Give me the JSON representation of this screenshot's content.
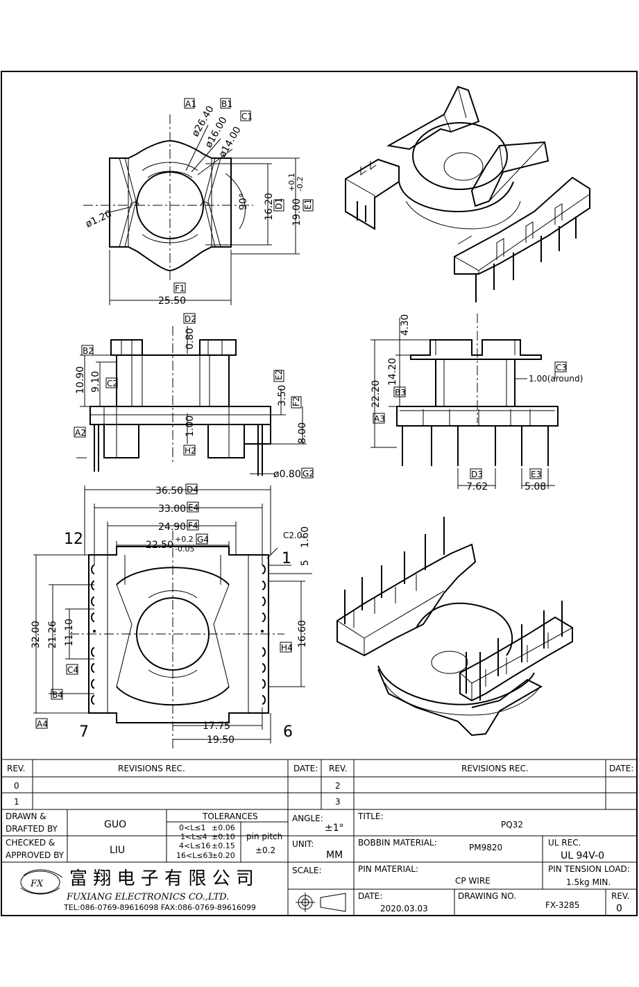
{
  "views": {
    "top": {
      "dims": {
        "a1": "A1",
        "a1_val": "ø26.40",
        "b1": "B1",
        "b1_val": "ø16.00",
        "c1": "C1",
        "c1_val": "ø14.00",
        "d1": "D1",
        "d1_val": "16.20",
        "e1": "E1",
        "e1_val": "19.00",
        "e1_tol_up": "+0.1",
        "e1_tol_dn": "-0.2",
        "f1": "F1",
        "f1_val": "25.50",
        "angle": "90°",
        "hole": "ø1.20"
      }
    },
    "front": {
      "dims": {
        "d2": "D2",
        "d2_val": "0.80",
        "b2": "B2",
        "b2_val": "10.90",
        "c2": "C2",
        "c2_val": "9.10",
        "e2": "E2",
        "e2_val": "3.50",
        "f2": "F2",
        "f2_val": "8.00",
        "a2": "A2",
        "h2": "H2",
        "h2_val": "1.00",
        "g2": "G2",
        "g2_val": "ø0.80"
      }
    },
    "side": {
      "dims": {
        "v430": "4.30",
        "v1420": "14.20",
        "v2220": "22.20",
        "b3": "B3",
        "a3": "A3",
        "c3": "C3",
        "c3_val": "1.00(around)",
        "d3": "D3",
        "d3_val": "7.62",
        "e3": "E3",
        "e3_val": "5.08"
      }
    },
    "bottom": {
      "dims": {
        "d4": "D4",
        "d4_val": "36.50",
        "e4": "E4",
        "e4_val": "33.00",
        "f4": "F4",
        "f4_val": "24.90",
        "g4": "G4",
        "g4_val": "22.50",
        "g4_tol_up": "+0.2",
        "g4_tol_dn": "-0.05",
        "c20": "C2.0",
        "v160": "1.60",
        "v5": "5",
        "v3200": "32.00",
        "v2126": "21.26",
        "v1110": "11.10",
        "c4": "C4",
        "b4": "B4",
        "a4": "A4",
        "h4": "H4",
        "h4_val": "16.60",
        "v1775": "17.75",
        "v1950": "19.50"
      },
      "pins": {
        "p12": "12",
        "p1": "1",
        "p7": "7",
        "p6": "6"
      }
    }
  },
  "title_block": {
    "rev_header": "REV.",
    "revisions_header": "REVISIONS    REC.",
    "date_header": "DATE:",
    "rev_rows_left": [
      "0",
      "1"
    ],
    "rev_rows_right": [
      "2",
      "3"
    ],
    "drawn_label_1": "DRAWN  &",
    "drawn_label_2": "DRAFTED  BY",
    "drawn_by": "GUO",
    "checked_label_1": "CHECKED  &",
    "checked_label_2": "APPROVED  BY",
    "checked_by": "LIU",
    "tolerances_header": "TOLERANCES",
    "tolerances": [
      {
        "range": "0<L≤1",
        "tol": "±0.06"
      },
      {
        "range": "1<L≤4",
        "tol": "±0.10"
      },
      {
        "range": "4<L≤16",
        "tol": "±0.15"
      },
      {
        "range": "16<L≤63",
        "tol": "±0.20"
      }
    ],
    "pin_pitch_label": "pin pitch",
    "pin_pitch_val": "±0.2",
    "angle_label": "ANGLE:",
    "angle_val": "±1°",
    "unit_label": "UNIT:",
    "unit_val": "MM",
    "scale_label": "SCALE:",
    "title_label": "TITLE:",
    "title_val": "PQ32",
    "bobbin_label": "BOBBIN  MATERIAL:",
    "bobbin_val": "PM9820",
    "ul_label": "UL  REC.",
    "ul_val": "UL 94V-0",
    "pin_mat_label": "PIN  MATERIAL:",
    "pin_mat_val": "CP  WIRE",
    "tension_label": "PIN  TENSION  LOAD:",
    "tension_val": "1.5kg  MIN.",
    "date_label": "DATE:",
    "date_val": "2020.03.03",
    "drawing_no_label": "DRAWING  NO.",
    "drawing_no_val": "FX-3285",
    "rev_label": "REV.",
    "rev_val": "0",
    "company_cn": "富 翔 电 子 有 限 公 司",
    "company_en": "FUXIANG   ELECTRONICS  CO.,LTD.",
    "contact": "TEL:086-0769-89616098   FAX:086-0769-89616099",
    "logo_text": "FX"
  }
}
